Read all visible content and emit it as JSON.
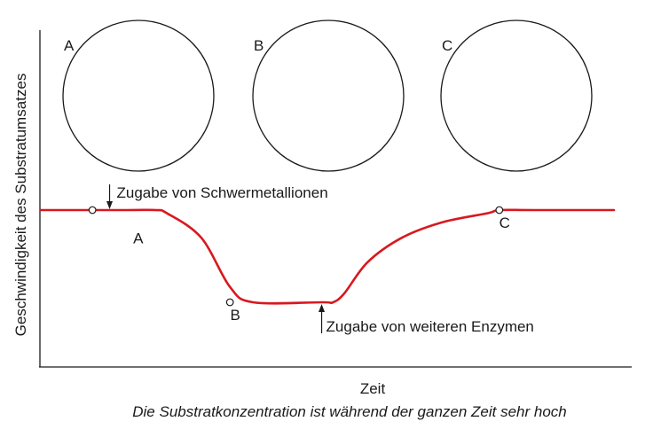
{
  "chart_data": {
    "type": "line",
    "title": "",
    "xlabel": "Zeit",
    "ylabel": "Geschwindigkeit des Substratumsatzes",
    "caption": "Die Substratkonzentration ist während der ganzen Zeit sehr hoch",
    "grid": false,
    "legend": "none",
    "axis_ticks": false,
    "line_color": "#d7191f",
    "axis_color": "#1a1a1a",
    "curve": {
      "x": [
        0,
        0.15,
        0.2,
        0.22,
        0.28,
        0.33,
        0.37,
        0.49,
        0.51,
        0.53,
        0.57,
        0.63,
        0.7,
        0.78,
        0.8,
        0.86,
        1.0
      ],
      "y": [
        1.0,
        1.0,
        1.0,
        0.98,
        0.82,
        0.5,
        0.4,
        0.4,
        0.4,
        0.46,
        0.66,
        0.82,
        0.92,
        0.98,
        1.0,
        1.0,
        1.0
      ]
    },
    "marked_points": [
      {
        "x": 0.09,
        "y": 1.0,
        "label": ""
      },
      {
        "x": 0.33,
        "y": 0.4,
        "label": "B"
      },
      {
        "x": 0.8,
        "y": 1.0,
        "label": "C"
      }
    ],
    "point_labels": [
      {
        "text": "A",
        "x": 0.17,
        "y": 0.86
      }
    ],
    "annotations": [
      {
        "text": "Zugabe von Schwermetallionen",
        "x": 0.12,
        "direction": "down"
      },
      {
        "text": "Zugabe von weiteren Enzymen",
        "x": 0.49,
        "direction": "up"
      }
    ],
    "circles": [
      {
        "label": "A"
      },
      {
        "label": "B"
      },
      {
        "label": "C"
      }
    ]
  }
}
